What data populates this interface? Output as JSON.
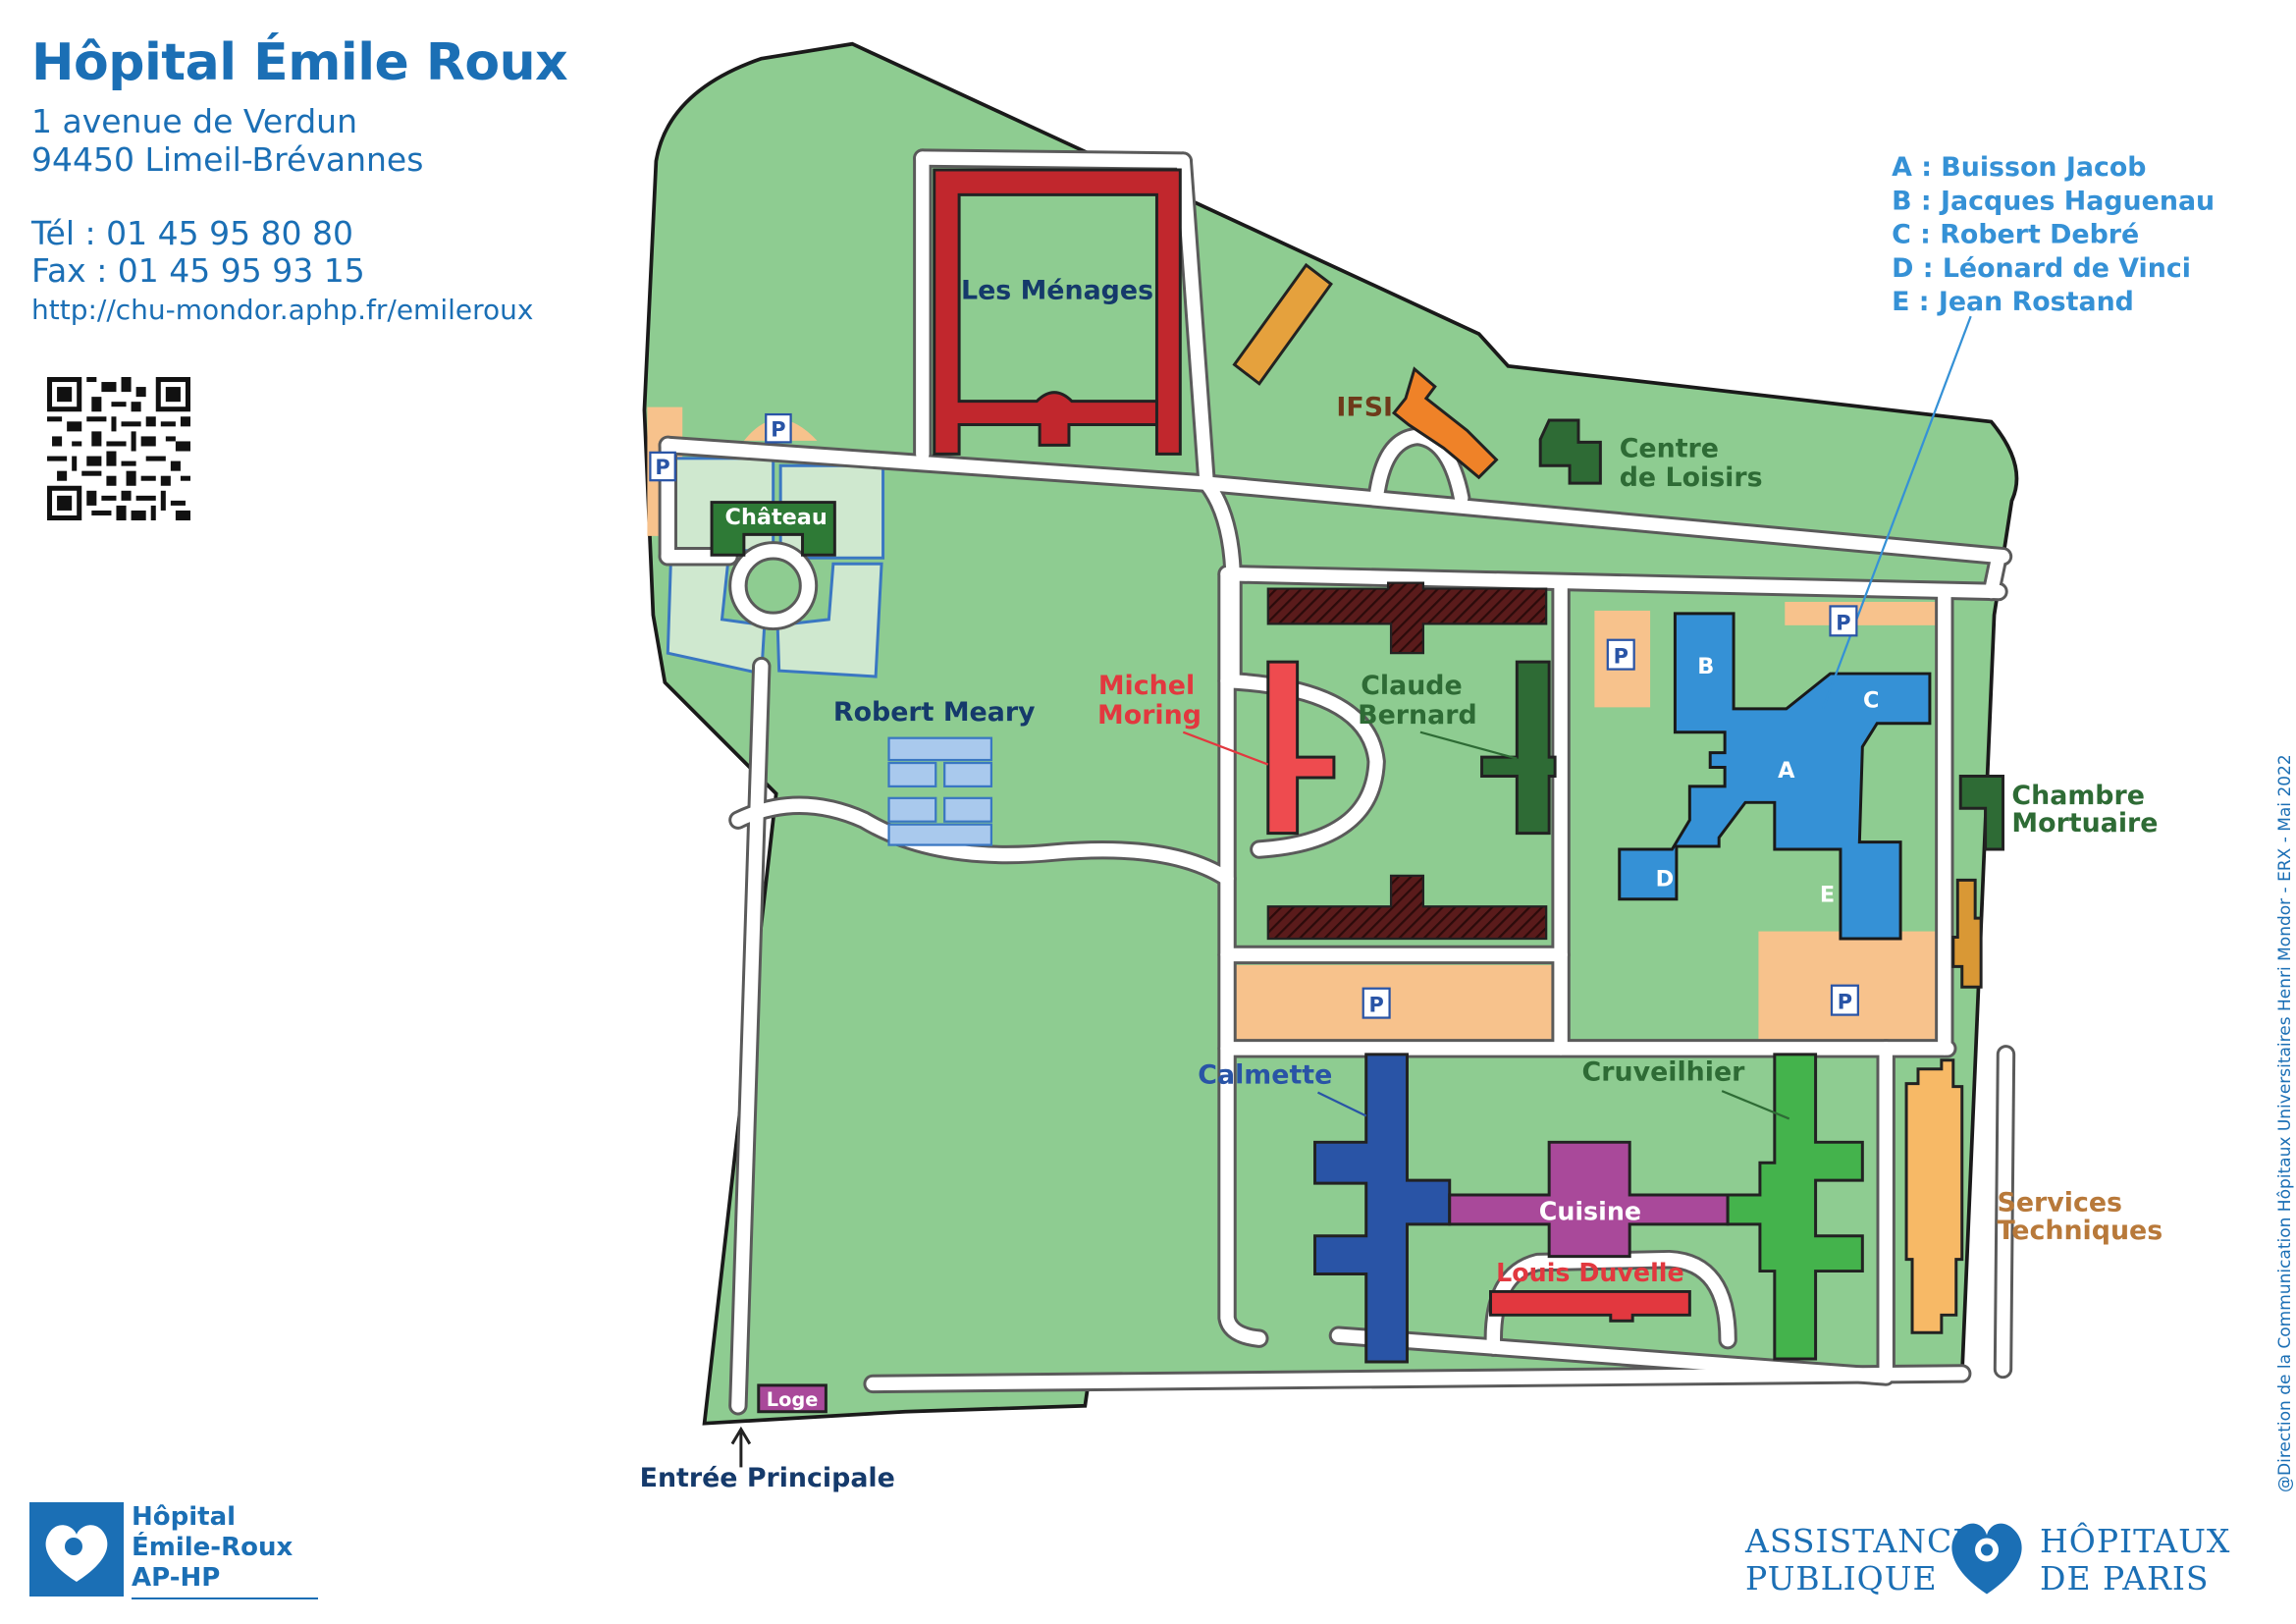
{
  "hospital": {
    "title": "Hôpital Émile Roux",
    "address_line1": "1 avenue de Verdun",
    "address_line2": "94450 Limeil-Brévannes",
    "tel": "Tél : 01 45 95 80 80",
    "fax": "Fax : 01 45 95 93 15",
    "url": "http://chu-mondor.aphp.fr/emileroux"
  },
  "legend": {
    "items": [
      "A : Buisson Jacob",
      "B : Jacques Haguenau",
      "C : Robert Debré",
      "D : Léonard de Vinci",
      "E : Jean Rostand"
    ]
  },
  "buildings": {
    "les_menages": "Les Ménages",
    "ifsi": "IFSI",
    "centre_loisirs_1": "Centre",
    "centre_loisirs_2": "de Loisirs",
    "chateau": "Château",
    "robert_meary": "Robert Meary",
    "michel_moring_1": "Michel",
    "michel_moring_2": "Moring",
    "claude_bernard_1": "Claude",
    "claude_bernard_2": "Bernard",
    "chambre_mortuaire_1": "Chambre",
    "chambre_mortuaire_2": "Mortuaire",
    "calmette": "Calmette",
    "cruveilhier": "Cruveilhier",
    "cuisine": "Cuisine",
    "louis_duvelle": "Louis Duvelle",
    "services_techniques_1": "Services",
    "services_techniques_2": "Techniques",
    "loge": "Loge",
    "entree": "Entrée Principale",
    "block_a": "A",
    "block_b": "B",
    "block_c": "C",
    "block_d": "D",
    "block_e": "E",
    "parking": "P"
  },
  "footer": {
    "logo_line1": "Hôpital",
    "logo_line2": "Émile-Roux",
    "logo_line3": "AP-HP",
    "aphp_assistance": "ASSISTANCE",
    "aphp_publique": "PUBLIQUE",
    "aphp_hopitaux": "HÔPITAUX",
    "aphp_de_paris": "DE PARIS",
    "credit": "@Direction de la Communication Hôpitaux Universitaires Henri Mondor - ERX - Mai 2022"
  },
  "colors": {
    "grass": "#8ecc91",
    "road": "#ffffff",
    "parking": "#f7c28c",
    "text_blue": "#1b6fb5",
    "navy": "#153a6b",
    "dark_green": "#2e6b35",
    "red_label": "#e2383f",
    "tan_label": "#b8793a",
    "brown_label": "#6e3a1a"
  }
}
